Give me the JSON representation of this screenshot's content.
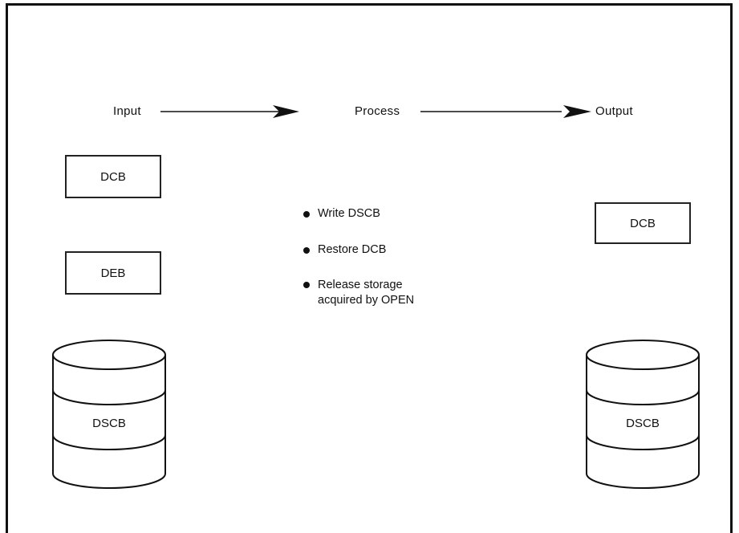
{
  "flow": {
    "input": "Input",
    "process": "Process",
    "output": "Output"
  },
  "input_side": {
    "dcb": "DCB",
    "deb": "DEB",
    "dscb": "DSCB"
  },
  "process_steps": [
    "Write DSCB",
    "Restore DCB",
    "Release storage acquired by OPEN"
  ],
  "process_step_lines": [
    [
      "Write DSCB"
    ],
    [
      "Restore DCB"
    ],
    [
      "Release storage",
      "acquired by OPEN"
    ]
  ],
  "output_side": {
    "dcb": "DCB",
    "dscb": "DSCB"
  }
}
